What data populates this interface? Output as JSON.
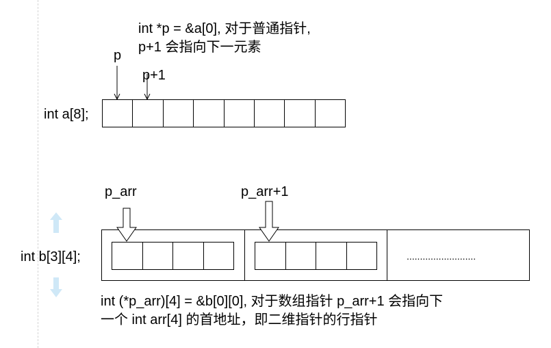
{
  "top": {
    "note_line1": "int *p = &a[0], 对于普通指针,",
    "note_line2": "p+1 会指向下一元素",
    "label_p": "p",
    "label_p1": "p+1",
    "array_label": "int a[8];",
    "cell_count": 8
  },
  "bottom": {
    "label_parr": "p_arr",
    "label_parr1": "p_arr+1",
    "array_label": "int b[3][4];",
    "rows": 3,
    "cols": 4,
    "ellipsis": "..........................",
    "note_line1": "int (*p_arr)[4] = &b[0][0], 对于数组指针 p_arr+1 会指向下",
    "note_line2": "一个 int arr[4] 的首地址，即二维指针的行指针"
  },
  "colors": {
    "stroke": "#000000",
    "guide": "#d4d4d4",
    "accent_arrow": "#cfe8f7"
  },
  "icons": {
    "up": "arrow-up-icon",
    "down": "arrow-down-icon"
  }
}
